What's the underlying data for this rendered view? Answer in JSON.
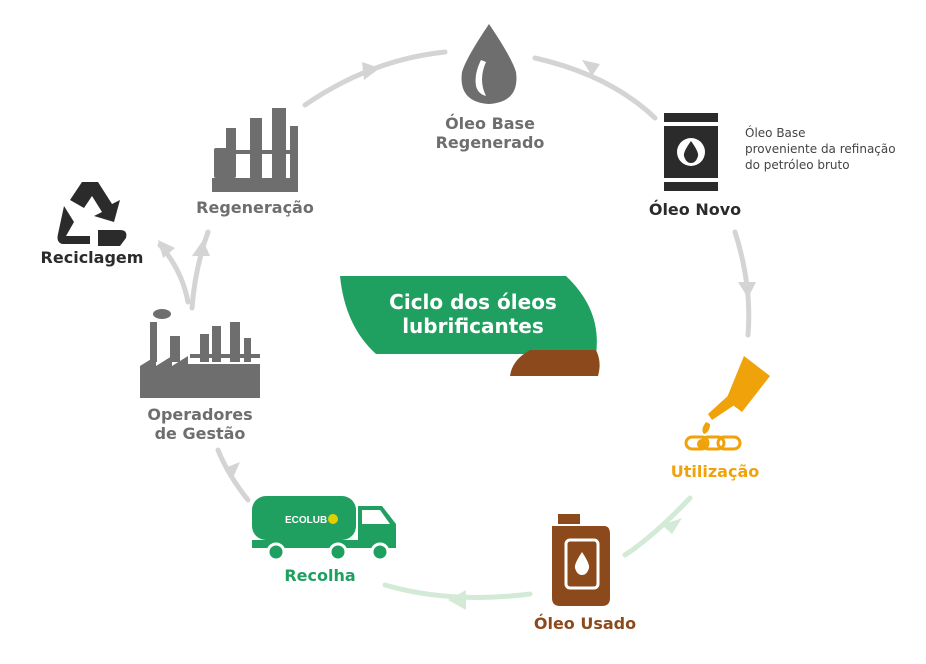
{
  "title": {
    "line1": "Ciclo dos óleos",
    "line2": "lubrificantes"
  },
  "stages": {
    "oleo_base_regenerado": {
      "line1": "Óleo Base",
      "line2": "Regenerado"
    },
    "oleo_novo": {
      "label": "Óleo Novo"
    },
    "oleo_novo_note": {
      "line1": "Óleo Base",
      "line2": "proveniente da refinação",
      "line3": "do petróleo bruto"
    },
    "utilizacao": {
      "label": "Utilização"
    },
    "oleo_usado": {
      "label": "Óleo Usado"
    },
    "recolha": {
      "label": "Recolha",
      "truck_text": "ECOLUB"
    },
    "operadores": {
      "line1": "Operadores",
      "line2": "de Gestão"
    },
    "regeneracao": {
      "label": "Regeneração"
    },
    "reciclagem": {
      "label": "Reciclagem"
    }
  },
  "colors": {
    "grey": "#6e6e6e",
    "dark": "#2b2b2b",
    "orange": "#f0a20a",
    "brown": "#8c4a1c",
    "green": "#1fa060",
    "arrow_grey": "#d4d4d4",
    "arrow_green": "#d3ead6"
  }
}
